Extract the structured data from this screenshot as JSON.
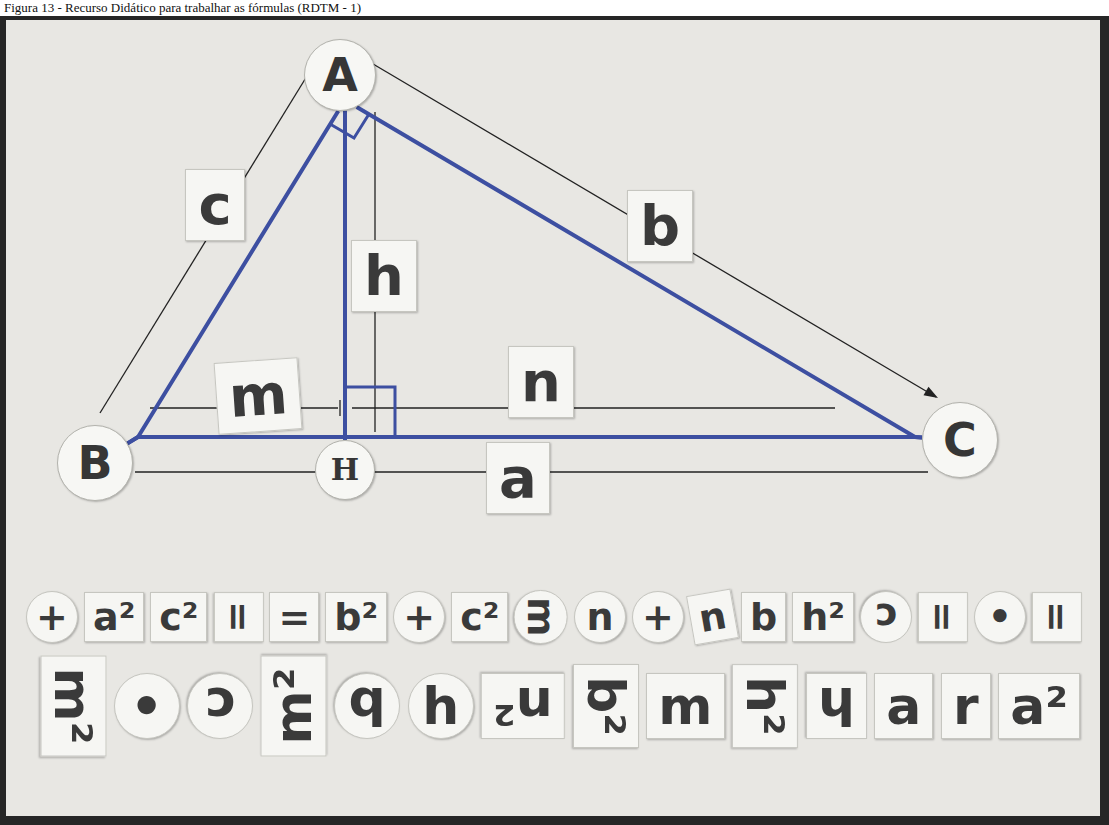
{
  "diagram": {
    "title": "Figura 13 - Recurso Didático para trabalhar as fórmulas (RDTM - 1)",
    "nodes": [
      {
        "text": [
          "A"
        ]
      },
      {
        "text": [
          "B"
        ]
      },
      {
        "text": [
          "H"
        ]
      },
      {
        "text": [
          "C"
        ]
      }
    ],
    "edges": [
      {
        "from": 0,
        "to": 1,
        "arrow": "none"
      },
      {
        "from": 0,
        "to": 3,
        "arrow": "none"
      },
      {
        "from": 0,
        "to": 2,
        "arrow": "none"
      },
      {
        "from": 1,
        "to": 2,
        "arrow": "none"
      },
      {
        "from": 2,
        "to": 3,
        "arrow": "none"
      }
    ],
    "labels": [
      "c",
      "b",
      "h",
      "m",
      "n",
      "a",
      "+",
      "a²",
      "c²",
      "=",
      "=",
      "b²",
      "+",
      "c²",
      "m",
      "n",
      "+",
      "n",
      "b",
      "h²",
      "c",
      "=",
      "•",
      "=",
      "m²",
      "•",
      "c",
      "m²",
      "b",
      "h",
      "n²",
      "b²",
      "m",
      "h²",
      "h",
      "a",
      "r",
      "a²"
    ]
  }
}
